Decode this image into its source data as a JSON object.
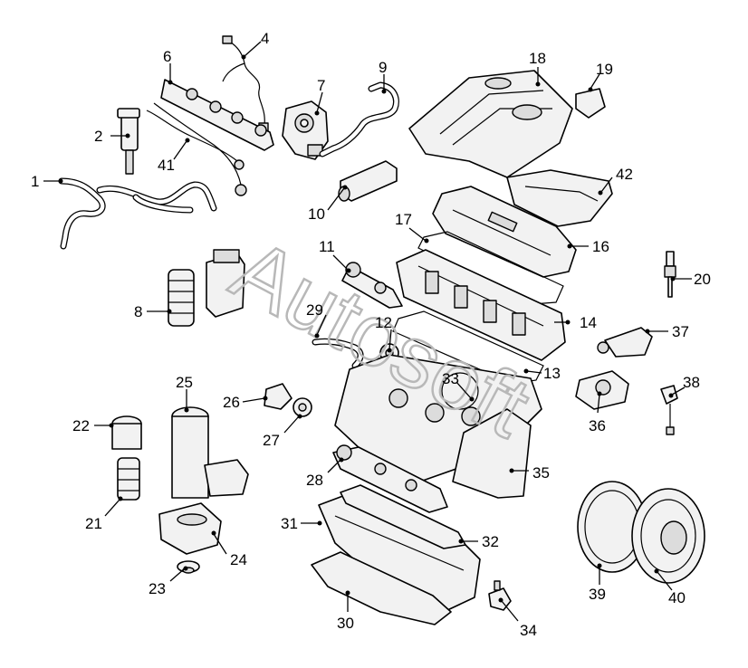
{
  "watermark": "Autosoft",
  "callouts": [
    {
      "id": "c1",
      "label": "1"
    },
    {
      "id": "c2",
      "label": "2"
    },
    {
      "id": "c4",
      "label": "4"
    },
    {
      "id": "c6",
      "label": "6"
    },
    {
      "id": "c7",
      "label": "7"
    },
    {
      "id": "c8",
      "label": "8"
    },
    {
      "id": "c9",
      "label": "9"
    },
    {
      "id": "c10",
      "label": "10"
    },
    {
      "id": "c11",
      "label": "11"
    },
    {
      "id": "c12",
      "label": "12"
    },
    {
      "id": "c13",
      "label": "13"
    },
    {
      "id": "c14",
      "label": "14"
    },
    {
      "id": "c16",
      "label": "16"
    },
    {
      "id": "c17",
      "label": "17"
    },
    {
      "id": "c18",
      "label": "18"
    },
    {
      "id": "c19",
      "label": "19"
    },
    {
      "id": "c20",
      "label": "20"
    },
    {
      "id": "c21",
      "label": "21"
    },
    {
      "id": "c22",
      "label": "22"
    },
    {
      "id": "c23",
      "label": "23"
    },
    {
      "id": "c24",
      "label": "24"
    },
    {
      "id": "c25",
      "label": "25"
    },
    {
      "id": "c26",
      "label": "26"
    },
    {
      "id": "c27",
      "label": "27"
    },
    {
      "id": "c28",
      "label": "28"
    },
    {
      "id": "c29",
      "label": "29"
    },
    {
      "id": "c30",
      "label": "30"
    },
    {
      "id": "c31",
      "label": "31"
    },
    {
      "id": "c32",
      "label": "32"
    },
    {
      "id": "c33",
      "label": "33"
    },
    {
      "id": "c34",
      "label": "34"
    },
    {
      "id": "c35",
      "label": "35"
    },
    {
      "id": "c36",
      "label": "36"
    },
    {
      "id": "c37",
      "label": "37"
    },
    {
      "id": "c38",
      "label": "38"
    },
    {
      "id": "c39",
      "label": "39"
    },
    {
      "id": "c40",
      "label": "40"
    },
    {
      "id": "c41",
      "label": "41"
    },
    {
      "id": "c42",
      "label": "42"
    }
  ]
}
